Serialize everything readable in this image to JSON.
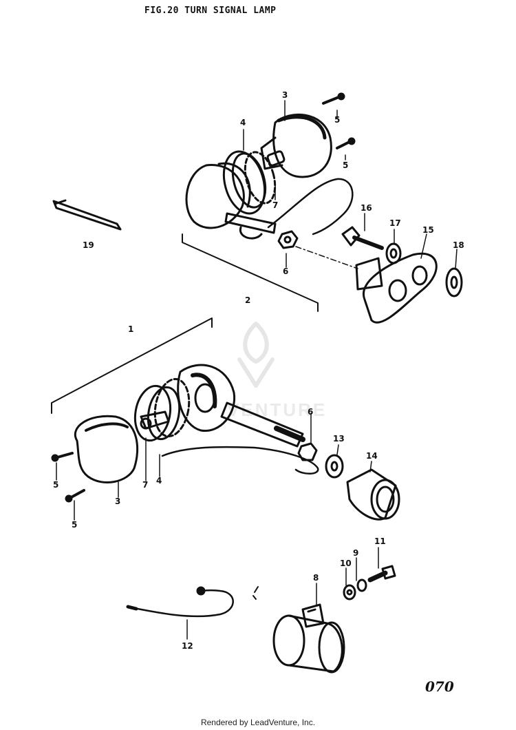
{
  "figure": {
    "title": "FIG.20 TURN SIGNAL LAMP",
    "page_number": "070",
    "footer": "Rendered by LeadVenture, Inc.",
    "watermark": "VENTURE"
  },
  "callouts": [
    {
      "id": "c3a",
      "text": "3"
    },
    {
      "id": "c4a",
      "text": "4"
    },
    {
      "id": "c5a",
      "text": "5"
    },
    {
      "id": "c5b",
      "text": "5"
    },
    {
      "id": "c7a",
      "text": "7"
    },
    {
      "id": "c19",
      "text": "19"
    },
    {
      "id": "c16",
      "text": "16"
    },
    {
      "id": "c17",
      "text": "17"
    },
    {
      "id": "c15",
      "text": "15"
    },
    {
      "id": "c18",
      "text": "18"
    },
    {
      "id": "c6a",
      "text": "6"
    },
    {
      "id": "c2",
      "text": "2"
    },
    {
      "id": "c1",
      "text": "1"
    },
    {
      "id": "c6b",
      "text": "6"
    },
    {
      "id": "c13",
      "text": "13"
    },
    {
      "id": "c14",
      "text": "14"
    },
    {
      "id": "c5c",
      "text": "5"
    },
    {
      "id": "c3b",
      "text": "3"
    },
    {
      "id": "c7b",
      "text": "7"
    },
    {
      "id": "c4b",
      "text": "4"
    },
    {
      "id": "c5d",
      "text": "5"
    },
    {
      "id": "c11",
      "text": "11"
    },
    {
      "id": "c9",
      "text": "9"
    },
    {
      "id": "c10",
      "text": "10"
    },
    {
      "id": "c8",
      "text": "8"
    },
    {
      "id": "c12",
      "text": "12"
    }
  ]
}
